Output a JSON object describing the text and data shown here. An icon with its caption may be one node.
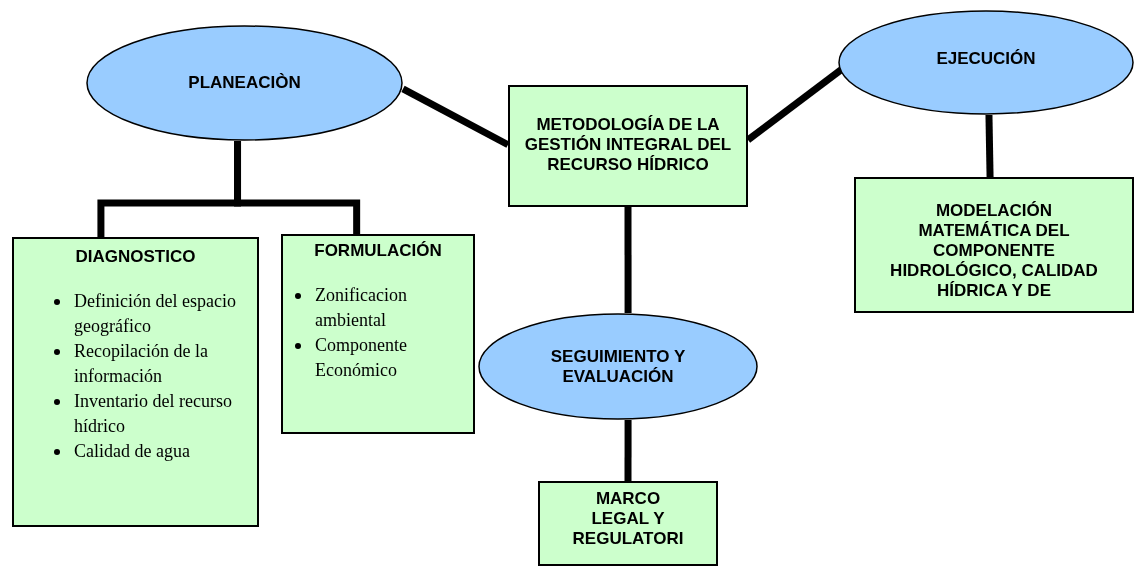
{
  "diagram": {
    "nodes": [
      {
        "text": [
          "PLANEACIÒN"
        ]
      },
      {
        "text": [
          "EJECUCIÓN"
        ]
      },
      {
        "text": [
          "METODOLOGÍA DE LA GESTIÓN INTEGRAL DEL RECURSO HÍDRICO"
        ]
      },
      {
        "text": [
          "MODELACIÓN MATEMÁTICA DEL COMPONENTE HIDROLÓGICO, CALIDAD HÍDRICA Y DE"
        ]
      },
      {
        "text": [
          "DIAGNOSTICO",
          "Definición del espacio geográfico",
          "Recopilación de la información",
          "Inventario del recurso hídrico",
          "Calidad de agua"
        ]
      },
      {
        "text": [
          "FORMULACIÓN",
          "Zonificacion ambiental",
          "Componente Económico"
        ]
      },
      {
        "text": [
          "SEGUIMIENTO Y EVALUACIÓN"
        ]
      },
      {
        "text": [
          "MARCO LEGAL Y REGULATORI"
        ]
      }
    ],
    "edges": [
      {
        "from": 0,
        "to": 2,
        "arrow": "none"
      },
      {
        "from": 2,
        "to": 1,
        "arrow": "none"
      },
      {
        "from": 0,
        "to": 4,
        "arrow": "none"
      },
      {
        "from": 0,
        "to": 5,
        "arrow": "none"
      },
      {
        "from": 1,
        "to": 3,
        "arrow": "none"
      },
      {
        "from": 2,
        "to": 6,
        "arrow": "none"
      },
      {
        "from": 6,
        "to": 7,
        "arrow": "none"
      }
    ]
  }
}
